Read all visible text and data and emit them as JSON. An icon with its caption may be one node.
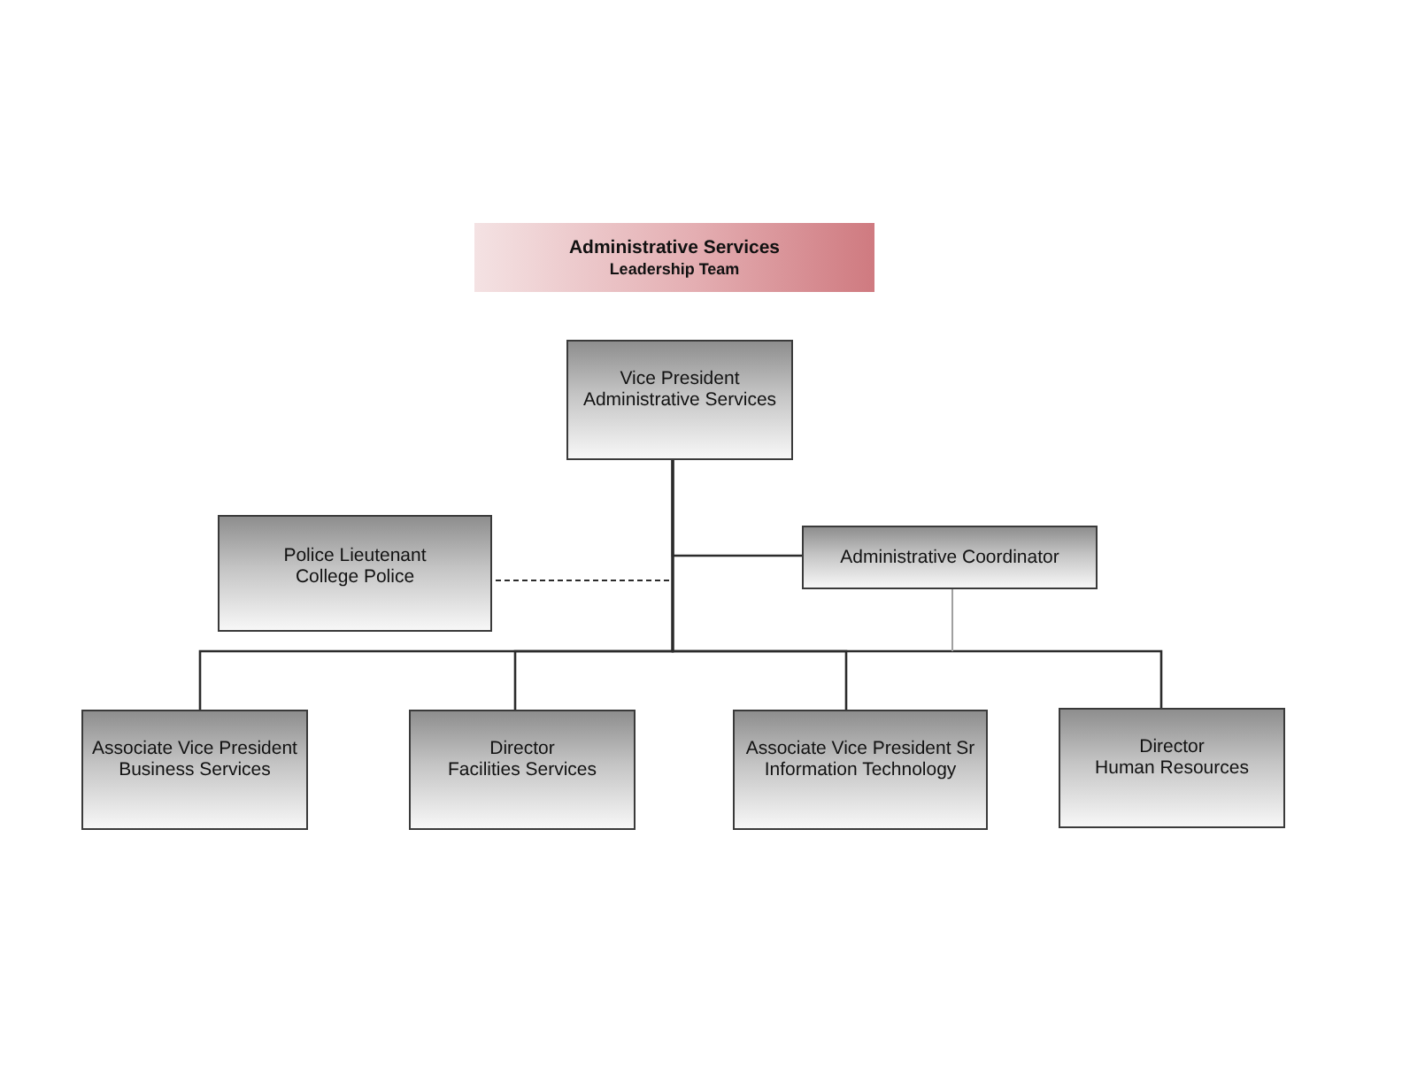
{
  "diagram": {
    "nodes": [
      {
        "text": [
          "Administrative Services",
          "Leadership Team"
        ]
      },
      {
        "text": [
          "Vice President",
          "Administrative Services"
        ]
      },
      {
        "text": [
          "Police Lieutenant",
          "College Police"
        ]
      },
      {
        "text": [
          "Administrative Coordinator"
        ]
      },
      {
        "text": [
          "Associate Vice President",
          "Business Services"
        ]
      },
      {
        "text": [
          "Director",
          "Facilities Services"
        ]
      },
      {
        "text": [
          "Associate Vice President Sr",
          "Information Technology"
        ]
      },
      {
        "text": [
          "Director",
          "Human Resources"
        ]
      }
    ],
    "edges": [
      {
        "from": 1,
        "to": 3,
        "arrow": "none"
      },
      {
        "from": 1,
        "to": 2,
        "arrow": "none",
        "style": "dashed"
      },
      {
        "from": 1,
        "to": 4,
        "arrow": "none"
      },
      {
        "from": 1,
        "to": 5,
        "arrow": "none"
      },
      {
        "from": 1,
        "to": 6,
        "arrow": "none"
      },
      {
        "from": 1,
        "to": 7,
        "arrow": "none"
      },
      {
        "from": 3,
        "to": null,
        "arrow": "none",
        "color": "#a0a0a0"
      }
    ]
  }
}
